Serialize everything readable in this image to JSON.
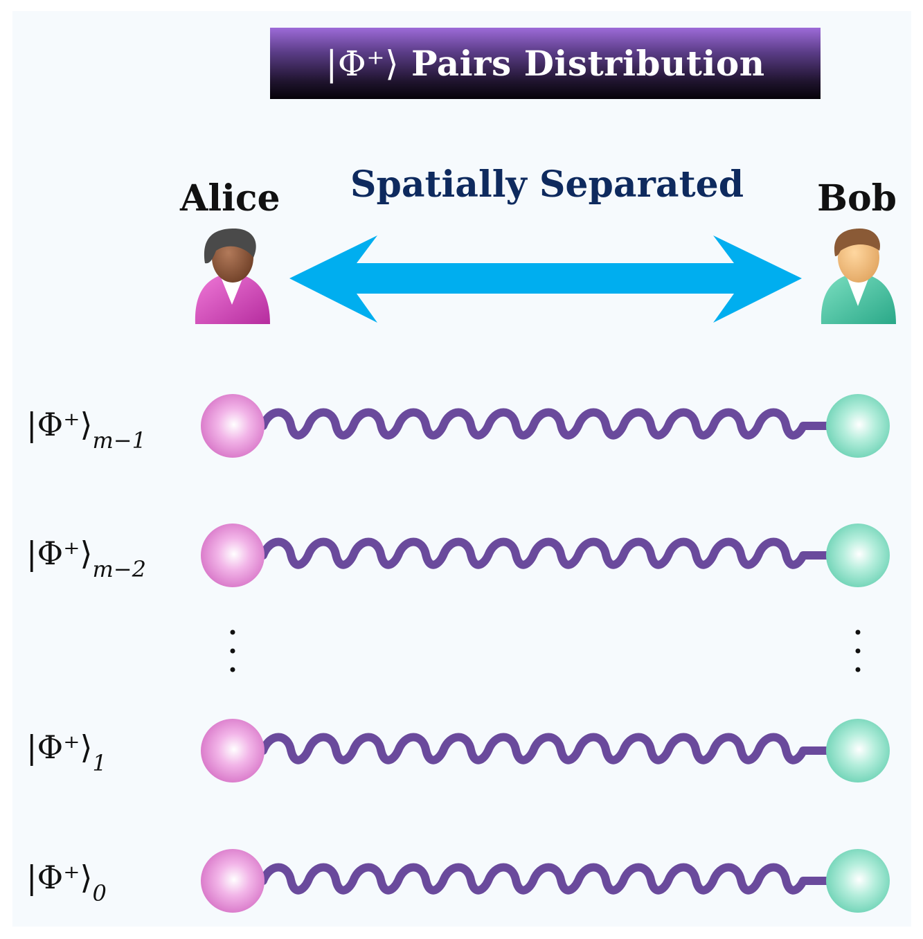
{
  "title": {
    "ket": "|Φ⁺⟩",
    "text": "Pairs Distribution"
  },
  "parties": {
    "alice": {
      "name": "Alice",
      "icon": "alice-avatar-icon",
      "color": "#d668c4"
    },
    "bob": {
      "name": "Bob",
      "icon": "bob-avatar-icon",
      "color": "#3fc4a3"
    }
  },
  "separation": {
    "label": "Spatially Separated",
    "arrow_color": "#00aeef"
  },
  "pairs": [
    {
      "ket": "|Φ⁺⟩",
      "subscript": "m−1"
    },
    {
      "ket": "|Φ⁺⟩",
      "subscript": "m−2"
    },
    {
      "ket": "|Φ⁺⟩",
      "subscript": "1"
    },
    {
      "ket": "|Φ⁺⟩",
      "subscript": "0"
    }
  ],
  "ellipsis": "⋮",
  "colors": {
    "title_bg_top": "#9d6bd8",
    "title_bg_bottom": "#050208",
    "entanglement_wave": "#6a4a9c",
    "alice_particle": "#e48ad8",
    "bob_particle": "#8fe0c8",
    "separation_label": "#0e2a5e"
  }
}
